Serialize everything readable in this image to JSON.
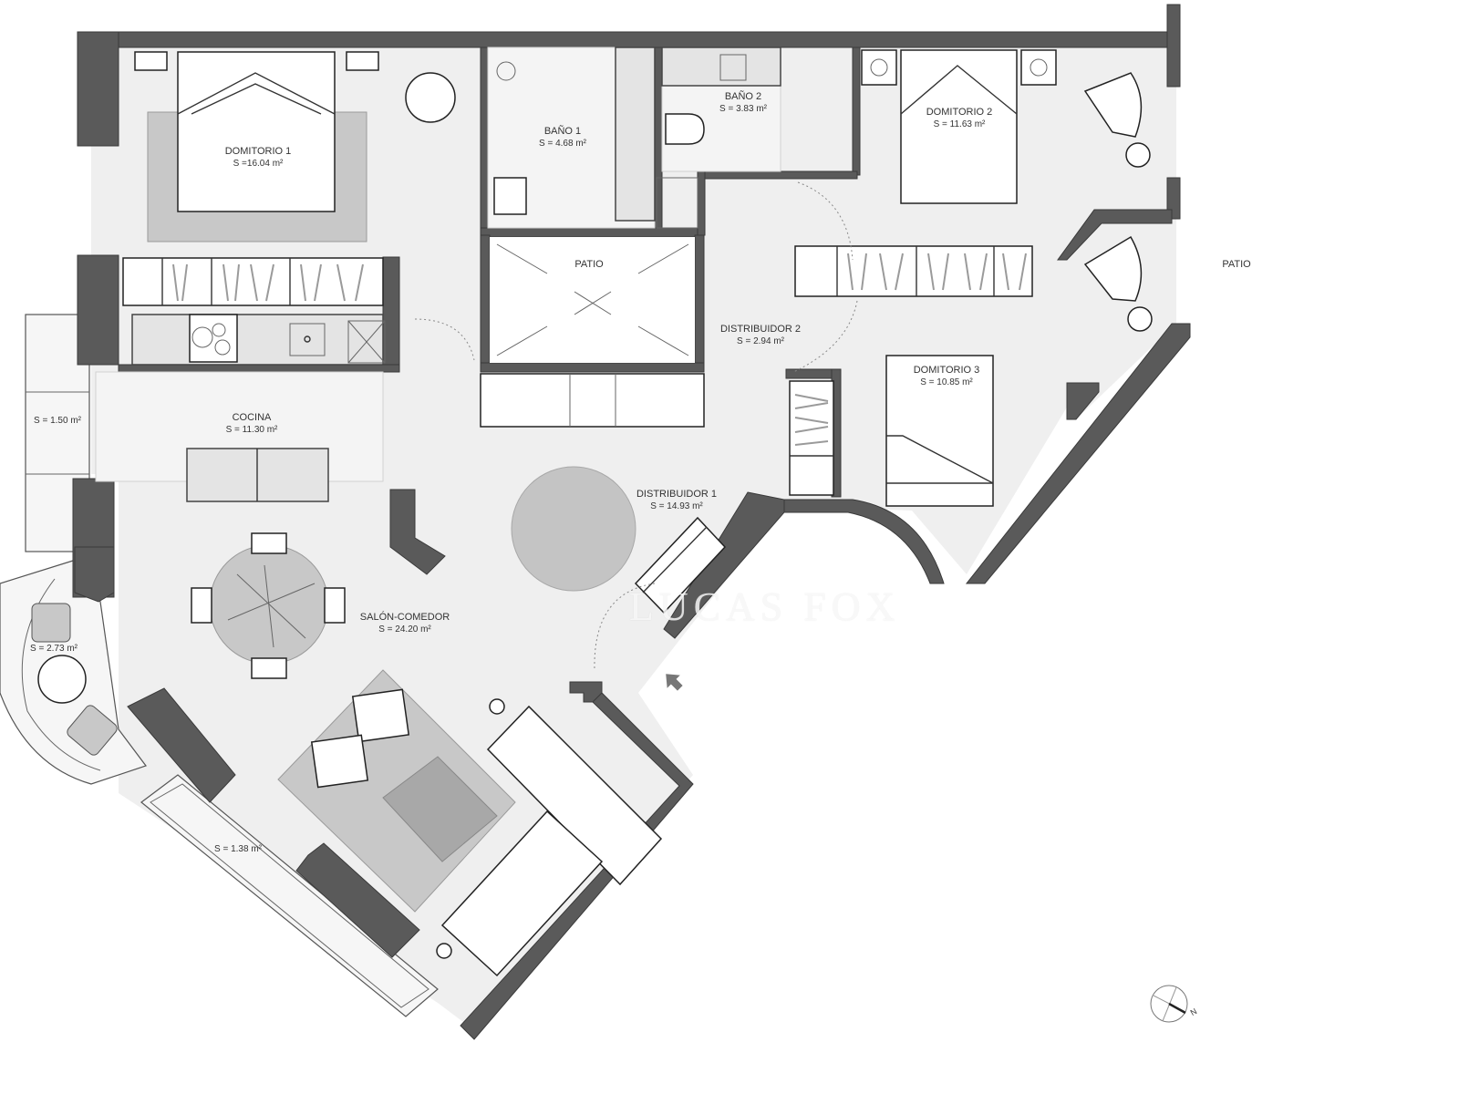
{
  "plan": {
    "type": "apartment floor plan",
    "area_unit": "m²",
    "watermark": "LUCAS FOX",
    "north_indicator": "N",
    "entrance_arrow": "entrance-arrow",
    "rooms": [
      {
        "id": "domitorio1",
        "name": "DOMITORIO 1",
        "area": "S =16.04  m²"
      },
      {
        "id": "bano1",
        "name": "BAÑO 1",
        "area": "S = 4.68 m²"
      },
      {
        "id": "bano2",
        "name": "BAÑO 2",
        "area": "S = 3.83 m²"
      },
      {
        "id": "domitorio2",
        "name": "DOMITORIO 2",
        "area": "S = 11.63 m²"
      },
      {
        "id": "patio_interior",
        "name": "PATIO",
        "area": ""
      },
      {
        "id": "patio_exterior",
        "name": "PATIO",
        "area": ""
      },
      {
        "id": "distribuidor2",
        "name": "DISTRIBUIDOR 2",
        "area": "S = 2.94 m²"
      },
      {
        "id": "domitorio3",
        "name": "DOMITORIO 3",
        "area": "S = 10.85 m²"
      },
      {
        "id": "cocina",
        "name": "COCINA",
        "area": "S = 11.30 m²"
      },
      {
        "id": "distribuidor1",
        "name": "DISTRIBUIDOR 1",
        "area": "S = 14.93 m²"
      },
      {
        "id": "salon",
        "name": "SALÓN-COMEDOR",
        "area": "S = 24.20 m²"
      }
    ],
    "terraces": [
      {
        "id": "terrace_kitchen",
        "area": "S = 1.50 m²"
      },
      {
        "id": "terrace_round",
        "area": "S = 2.73 m²"
      },
      {
        "id": "terrace_living",
        "area": "S = 1.38 m²"
      }
    ]
  }
}
